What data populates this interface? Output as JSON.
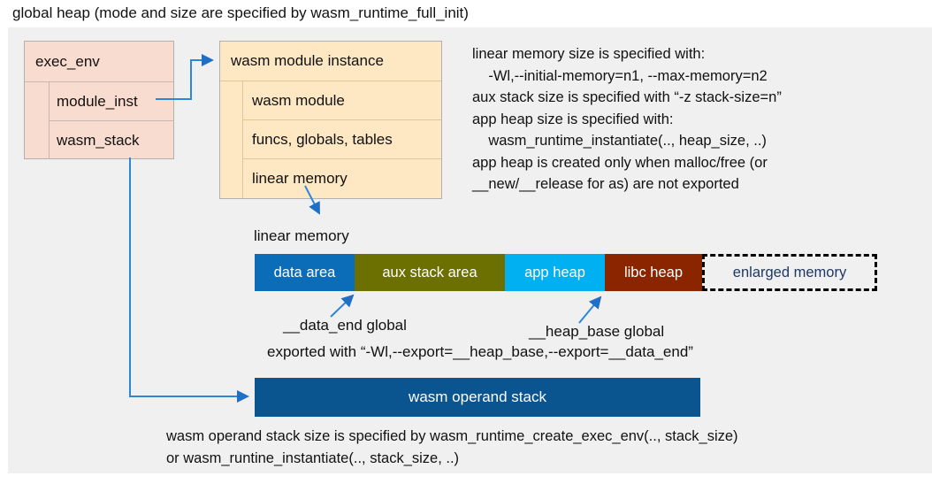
{
  "title": "global heap (mode and size are specified by wasm_runtime_full_init)",
  "colors": {
    "panel_bg": "#f0f0f0",
    "exec_env_bg": "#f9dcd0",
    "module_instance_bg": "#fde8c3",
    "data_area": "#0b6cb8",
    "aux_stack_area": "#6b7000",
    "app_heap": "#00b0f0",
    "libc_heap": "#8b2500",
    "enlarged_memory_text": "#1f3864",
    "operand_stack": "#0a5490",
    "connector": "#2e86d8"
  },
  "exec_env": {
    "header": "exec_env",
    "rows": [
      {
        "label": "module_inst"
      },
      {
        "label": "wasm_stack"
      }
    ]
  },
  "module_instance": {
    "header": "wasm module instance",
    "rows": [
      {
        "label": "wasm module"
      },
      {
        "label": "funcs, globals, tables"
      },
      {
        "label": "linear memory"
      }
    ]
  },
  "notes": "linear memory size is specified with:\n    -Wl,--initial-memory=n1, --max-memory=n2\naux stack size is specified with “-z stack-size=n”\napp heap size is specified with:\n    wasm_runtime_instantiate(.., heap_size, ..)\napp heap is created only when malloc/free (or\n__new/__release for as) are not exported",
  "linear_memory": {
    "label": "linear memory",
    "segments": [
      {
        "label": "data area",
        "color": "#0b6cb8",
        "width": 113
      },
      {
        "label": "aux stack area",
        "color": "#6b7000",
        "width": 170
      },
      {
        "label": "app heap",
        "color": "#00b0f0",
        "width": 113
      },
      {
        "label": "libc heap",
        "color": "#8b2500",
        "width": 110
      },
      {
        "label": "enlarged memory",
        "color": "transparent",
        "width": 198
      }
    ]
  },
  "annotations": {
    "data_end": "__data_end global",
    "heap_base": "__heap_base global",
    "exported": "exported with “-Wl,--export=__heap_base,--export=__data_end”"
  },
  "operand_stack": {
    "label": "wasm operand stack",
    "note": "wasm operand stack size is specified by wasm_runtime_create_exec_env(.., stack_size)\nor wasm_runtine_instantiate(.., stack_size, ..)"
  }
}
